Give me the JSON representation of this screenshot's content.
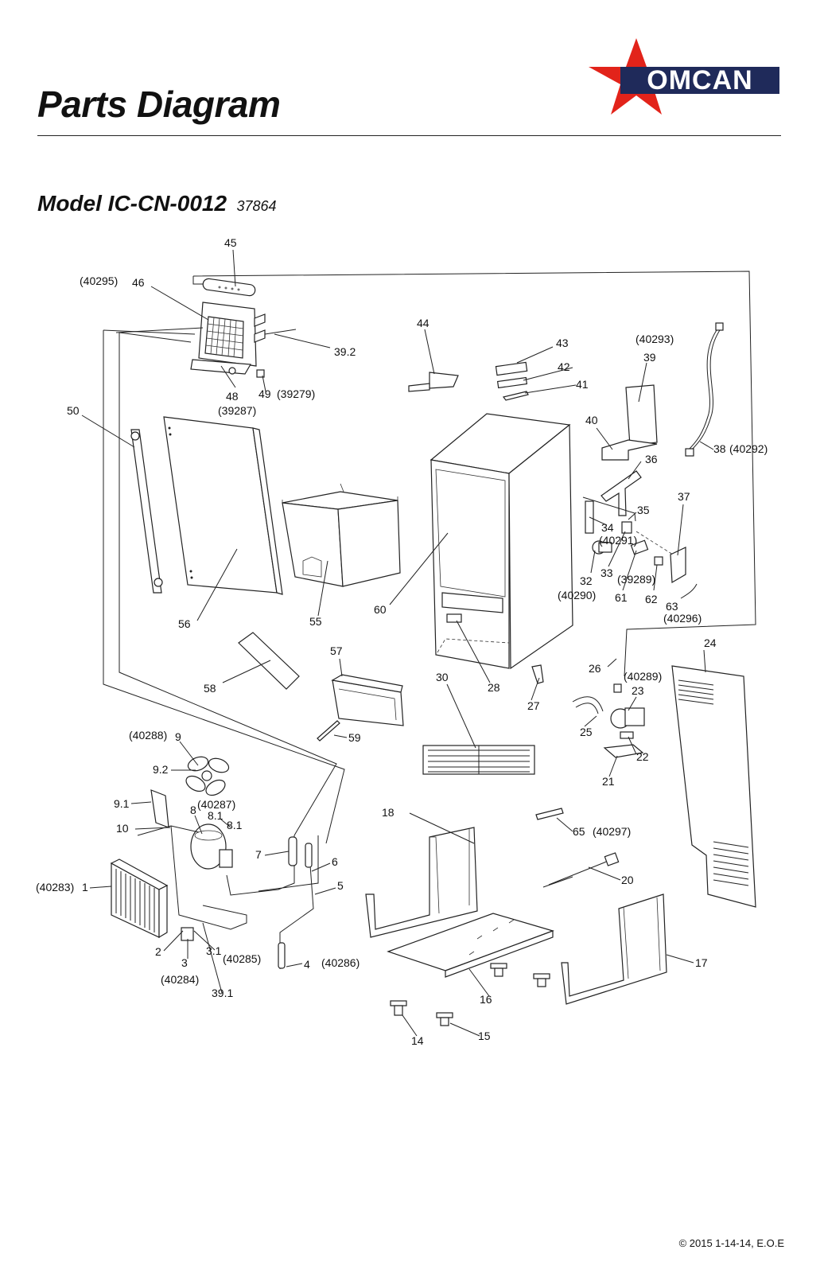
{
  "header": {
    "title": "Parts Diagram",
    "model_label": "Model IC-CN-0012",
    "model_number": "37864",
    "brand": "OMCAN",
    "logo_colors": {
      "star": "#e2231a",
      "text": "#1f2a5a"
    }
  },
  "footer": {
    "copyright": "© 2015 1-14-14, E.O.E"
  },
  "callouts": [
    {
      "id": "c45",
      "text": "45"
    },
    {
      "id": "c40295",
      "text": "(40295)"
    },
    {
      "id": "c46",
      "text": "46"
    },
    {
      "id": "c39_2",
      "text": "39.2"
    },
    {
      "id": "c48",
      "text": "48"
    },
    {
      "id": "c39287",
      "text": "(39287)"
    },
    {
      "id": "c49",
      "text": "49"
    },
    {
      "id": "c39279",
      "text": "(39279)"
    },
    {
      "id": "c44",
      "text": "44"
    },
    {
      "id": "c43",
      "text": "43"
    },
    {
      "id": "c42",
      "text": "42"
    },
    {
      "id": "c41",
      "text": "41"
    },
    {
      "id": "c40293",
      "text": "(40293)"
    },
    {
      "id": "c39",
      "text": "39"
    },
    {
      "id": "c40",
      "text": "40"
    },
    {
      "id": "c36",
      "text": "36"
    },
    {
      "id": "c38",
      "text": "38"
    },
    {
      "id": "c40292",
      "text": "(40292)"
    },
    {
      "id": "c50",
      "text": "50"
    },
    {
      "id": "c37",
      "text": "37"
    },
    {
      "id": "c35",
      "text": "35"
    },
    {
      "id": "c34",
      "text": "34"
    },
    {
      "id": "c40291",
      "text": "(40291)"
    },
    {
      "id": "c33",
      "text": "33"
    },
    {
      "id": "c39289",
      "text": "(39289)"
    },
    {
      "id": "c32",
      "text": "32"
    },
    {
      "id": "c40290",
      "text": "(40290)"
    },
    {
      "id": "c61",
      "text": "61"
    },
    {
      "id": "c62",
      "text": "62"
    },
    {
      "id": "c63",
      "text": "63"
    },
    {
      "id": "c40296",
      "text": "(40296)"
    },
    {
      "id": "c56",
      "text": "56"
    },
    {
      "id": "c55",
      "text": "55"
    },
    {
      "id": "c60",
      "text": "60"
    },
    {
      "id": "c24",
      "text": "24"
    },
    {
      "id": "c57",
      "text": "57"
    },
    {
      "id": "c26",
      "text": "26"
    },
    {
      "id": "c40289",
      "text": "(40289)"
    },
    {
      "id": "c58",
      "text": "58"
    },
    {
      "id": "c30",
      "text": "30"
    },
    {
      "id": "c28",
      "text": "28"
    },
    {
      "id": "c27",
      "text": "27"
    },
    {
      "id": "c23",
      "text": "23"
    },
    {
      "id": "c59",
      "text": "59"
    },
    {
      "id": "c25",
      "text": "25"
    },
    {
      "id": "c40288",
      "text": "(40288)"
    },
    {
      "id": "c9",
      "text": "9"
    },
    {
      "id": "c22",
      "text": "22"
    },
    {
      "id": "c9_2",
      "text": "9.2"
    },
    {
      "id": "c21",
      "text": "21"
    },
    {
      "id": "c9_1",
      "text": "9.1"
    },
    {
      "id": "c40287",
      "text": "(40287)"
    },
    {
      "id": "c8",
      "text": "8"
    },
    {
      "id": "c8_1a",
      "text": "8.1"
    },
    {
      "id": "c8_1b",
      "text": "8.1"
    },
    {
      "id": "c18",
      "text": "18"
    },
    {
      "id": "c65",
      "text": "65"
    },
    {
      "id": "c40297",
      "text": "(40297)"
    },
    {
      "id": "c10",
      "text": "10"
    },
    {
      "id": "c7",
      "text": "7"
    },
    {
      "id": "c6",
      "text": "6"
    },
    {
      "id": "c20",
      "text": "20"
    },
    {
      "id": "c40283",
      "text": "(40283)"
    },
    {
      "id": "c1",
      "text": "1"
    },
    {
      "id": "c5",
      "text": "5"
    },
    {
      "id": "c2",
      "text": "2"
    },
    {
      "id": "c3_1",
      "text": "3.1"
    },
    {
      "id": "c40285",
      "text": "(40285)"
    },
    {
      "id": "c3",
      "text": "3"
    },
    {
      "id": "c4",
      "text": "4"
    },
    {
      "id": "c40286",
      "text": "(40286)"
    },
    {
      "id": "c17",
      "text": "17"
    },
    {
      "id": "c40284",
      "text": "(40284)"
    },
    {
      "id": "c39_1",
      "text": "39.1"
    },
    {
      "id": "c16",
      "text": "16"
    },
    {
      "id": "c14",
      "text": "14"
    },
    {
      "id": "c15",
      "text": "15"
    }
  ]
}
